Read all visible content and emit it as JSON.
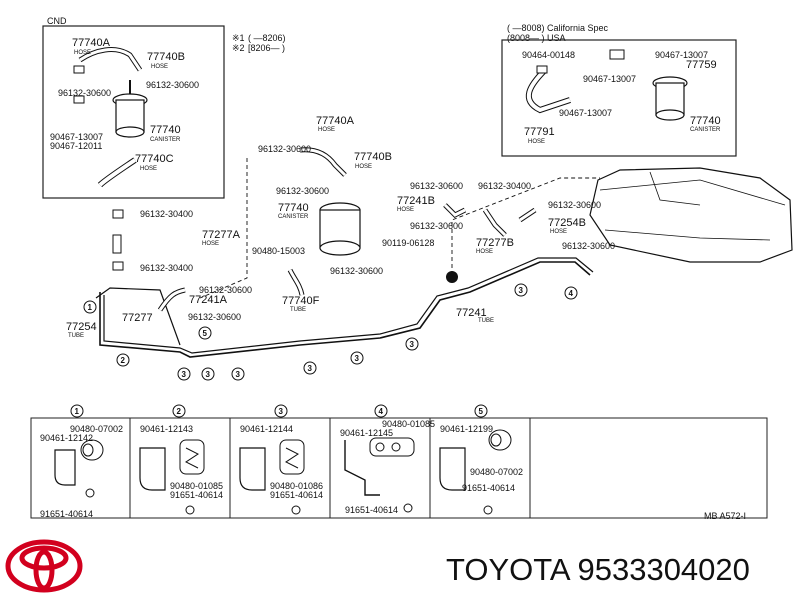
{
  "inset_left": {
    "title": "CND",
    "labels": [
      "77740A",
      "HOSE",
      "77740B",
      "HOSE",
      "96132-30600",
      "96132-30600",
      "77740",
      "CANISTER",
      "90467-13007",
      "90467-12011",
      "77740C",
      "HOSE"
    ]
  },
  "legend": {
    "line1_mark": "※1",
    "line1_text": "( —8206)",
    "line2_mark": "※2",
    "line2_text": "[8206— )"
  },
  "inset_right": {
    "header1": "( —8008) California Spec",
    "header2": "(8008— ) USA",
    "labels": [
      "90464-00148",
      "90467-13007",
      "77759",
      "90467-13007",
      "90467-13007",
      "77791",
      "HOSE",
      "77740",
      "CANISTER"
    ]
  },
  "main_labels": {
    "top_center": [
      "96132-30600",
      "77740A",
      "HOSE",
      "77740B",
      "HOSE",
      "96132-30600",
      "77740",
      "CANISTER",
      "90480-15003",
      "90119-06128",
      "96132-30600",
      "77740F",
      "TUBE"
    ],
    "left": [
      "96132-30400",
      "77277A",
      "HOSE",
      "96132-30400",
      "96132-30600",
      "77241A",
      "96132-30600",
      "77277",
      "77254",
      "TUBE"
    ],
    "right": [
      "96132-30600",
      "96132-30400",
      "77241B",
      "HOSE",
      "77277B",
      "HOSE",
      "96132-30600",
      "96132-30600",
      "77254B",
      "HOSE",
      "96132-30600",
      "77241",
      "TUBE"
    ]
  },
  "callouts": [
    "1",
    "2",
    "3",
    "3",
    "3",
    "3",
    "3",
    "3",
    "3",
    "4",
    "5"
  ],
  "detail_panels": [
    {
      "num": "1",
      "parts": [
        "90480-07002",
        "90461-12142",
        "91651-40614"
      ]
    },
    {
      "num": "2",
      "parts": [
        "90461-12143",
        "90480-01085",
        "91651-40614"
      ]
    },
    {
      "num": "3",
      "parts": [
        "90461-12144",
        "90480-01086",
        "91651-40614"
      ]
    },
    {
      "num": "4",
      "parts": [
        "90480-01085",
        "90461-12145",
        "91651-40614"
      ]
    },
    {
      "num": "5",
      "parts": [
        "90461-12199",
        "90480-07002",
        "91651-40614"
      ]
    }
  ],
  "figure_code": "MB A572-I",
  "brand": {
    "name": "TOYOTA",
    "part_number": "9533304020",
    "text": "TOYOTA 9533304020",
    "logo_color": "#d2001e"
  }
}
